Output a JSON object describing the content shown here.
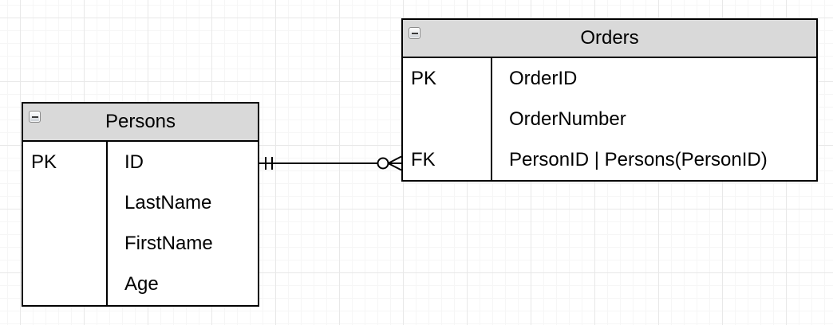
{
  "canvas": {
    "background": "#ffffff",
    "grid_major_color": "#e8e8e8",
    "grid_minor_color": "#f6f6f6"
  },
  "style": {
    "table_border_color": "#000000",
    "header_fill": "#d9d9d9",
    "body_fill": "#ffffff",
    "text_color": "#000000",
    "connector_color": "#000000"
  },
  "tables": [
    {
      "title": "Persons",
      "collapse_icon": "minus-square-icon",
      "rows": [
        {
          "key": "PK",
          "field": "ID"
        },
        {
          "key": "",
          "field": "LastName"
        },
        {
          "key": "",
          "field": "FirstName"
        },
        {
          "key": "",
          "field": "Age"
        }
      ]
    },
    {
      "title": "Orders",
      "collapse_icon": "minus-square-icon",
      "rows": [
        {
          "key": "PK",
          "field": "OrderID"
        },
        {
          "key": "",
          "field": "OrderNumber"
        },
        {
          "key": "FK",
          "field": "PersonID | Persons(PersonID)"
        }
      ]
    }
  ],
  "relationship": {
    "from_table": "Persons",
    "to_table": "Orders",
    "from_cardinality_marker": "exactly-one (double tick)",
    "to_cardinality_marker": "zero-or-many (circle and crow's foot)"
  }
}
